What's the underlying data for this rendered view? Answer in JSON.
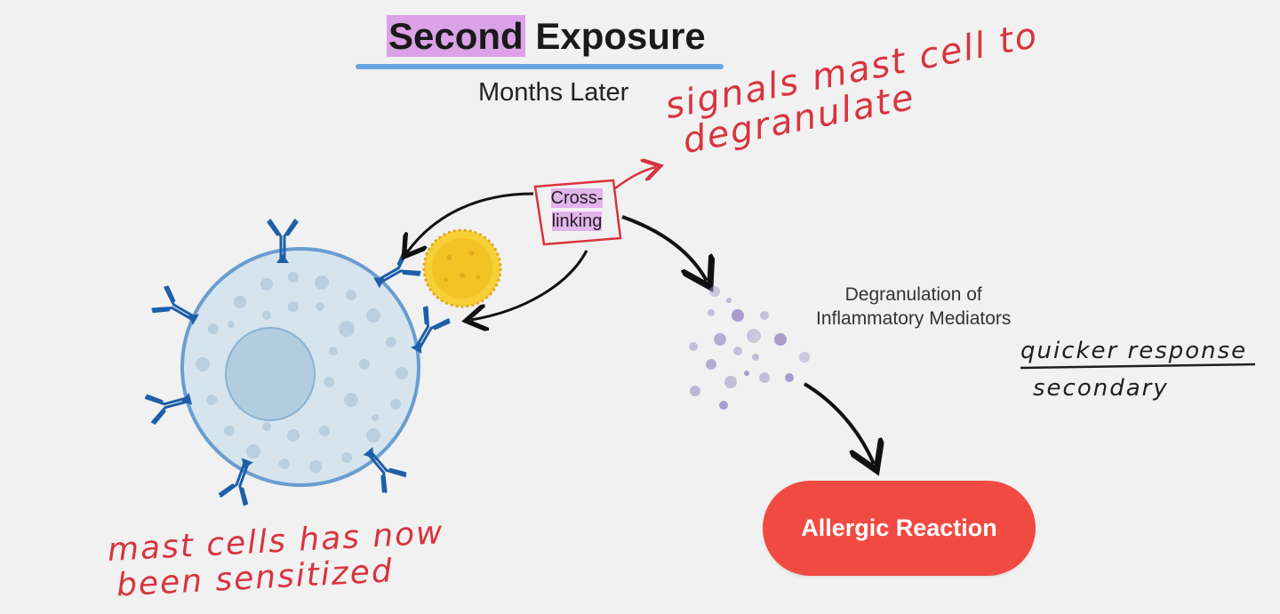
{
  "title": {
    "highlighted": "Second",
    "rest": " Exposure"
  },
  "subtitle": "Months Later",
  "crosslinking_label": [
    "Cross-",
    "linking"
  ],
  "degranulation_label": [
    "Degranulation of",
    "Inflammatory Mediators"
  ],
  "allergic_reaction_label": "Allergic Reaction",
  "handwritten_notes": {
    "signals": [
      "signals mast cell to",
      "degranulate"
    ],
    "response": [
      "quicker response",
      "secondary"
    ],
    "sensitized": [
      "mast cells has now",
      "been sensitized"
    ]
  },
  "colors": {
    "background": "#f1f1f1",
    "title_highlight": "#dba2e8",
    "title_underline": "#6aa5e0",
    "handwriting_red": "#d8343f",
    "cell_fill": "#d6e4ee",
    "cell_border": "#6a9dd0",
    "antibody": "#1e5fa8",
    "allergen": "#f3c226",
    "mediator_dots": "#a89ccc",
    "reaction_button": "#f14a43"
  }
}
